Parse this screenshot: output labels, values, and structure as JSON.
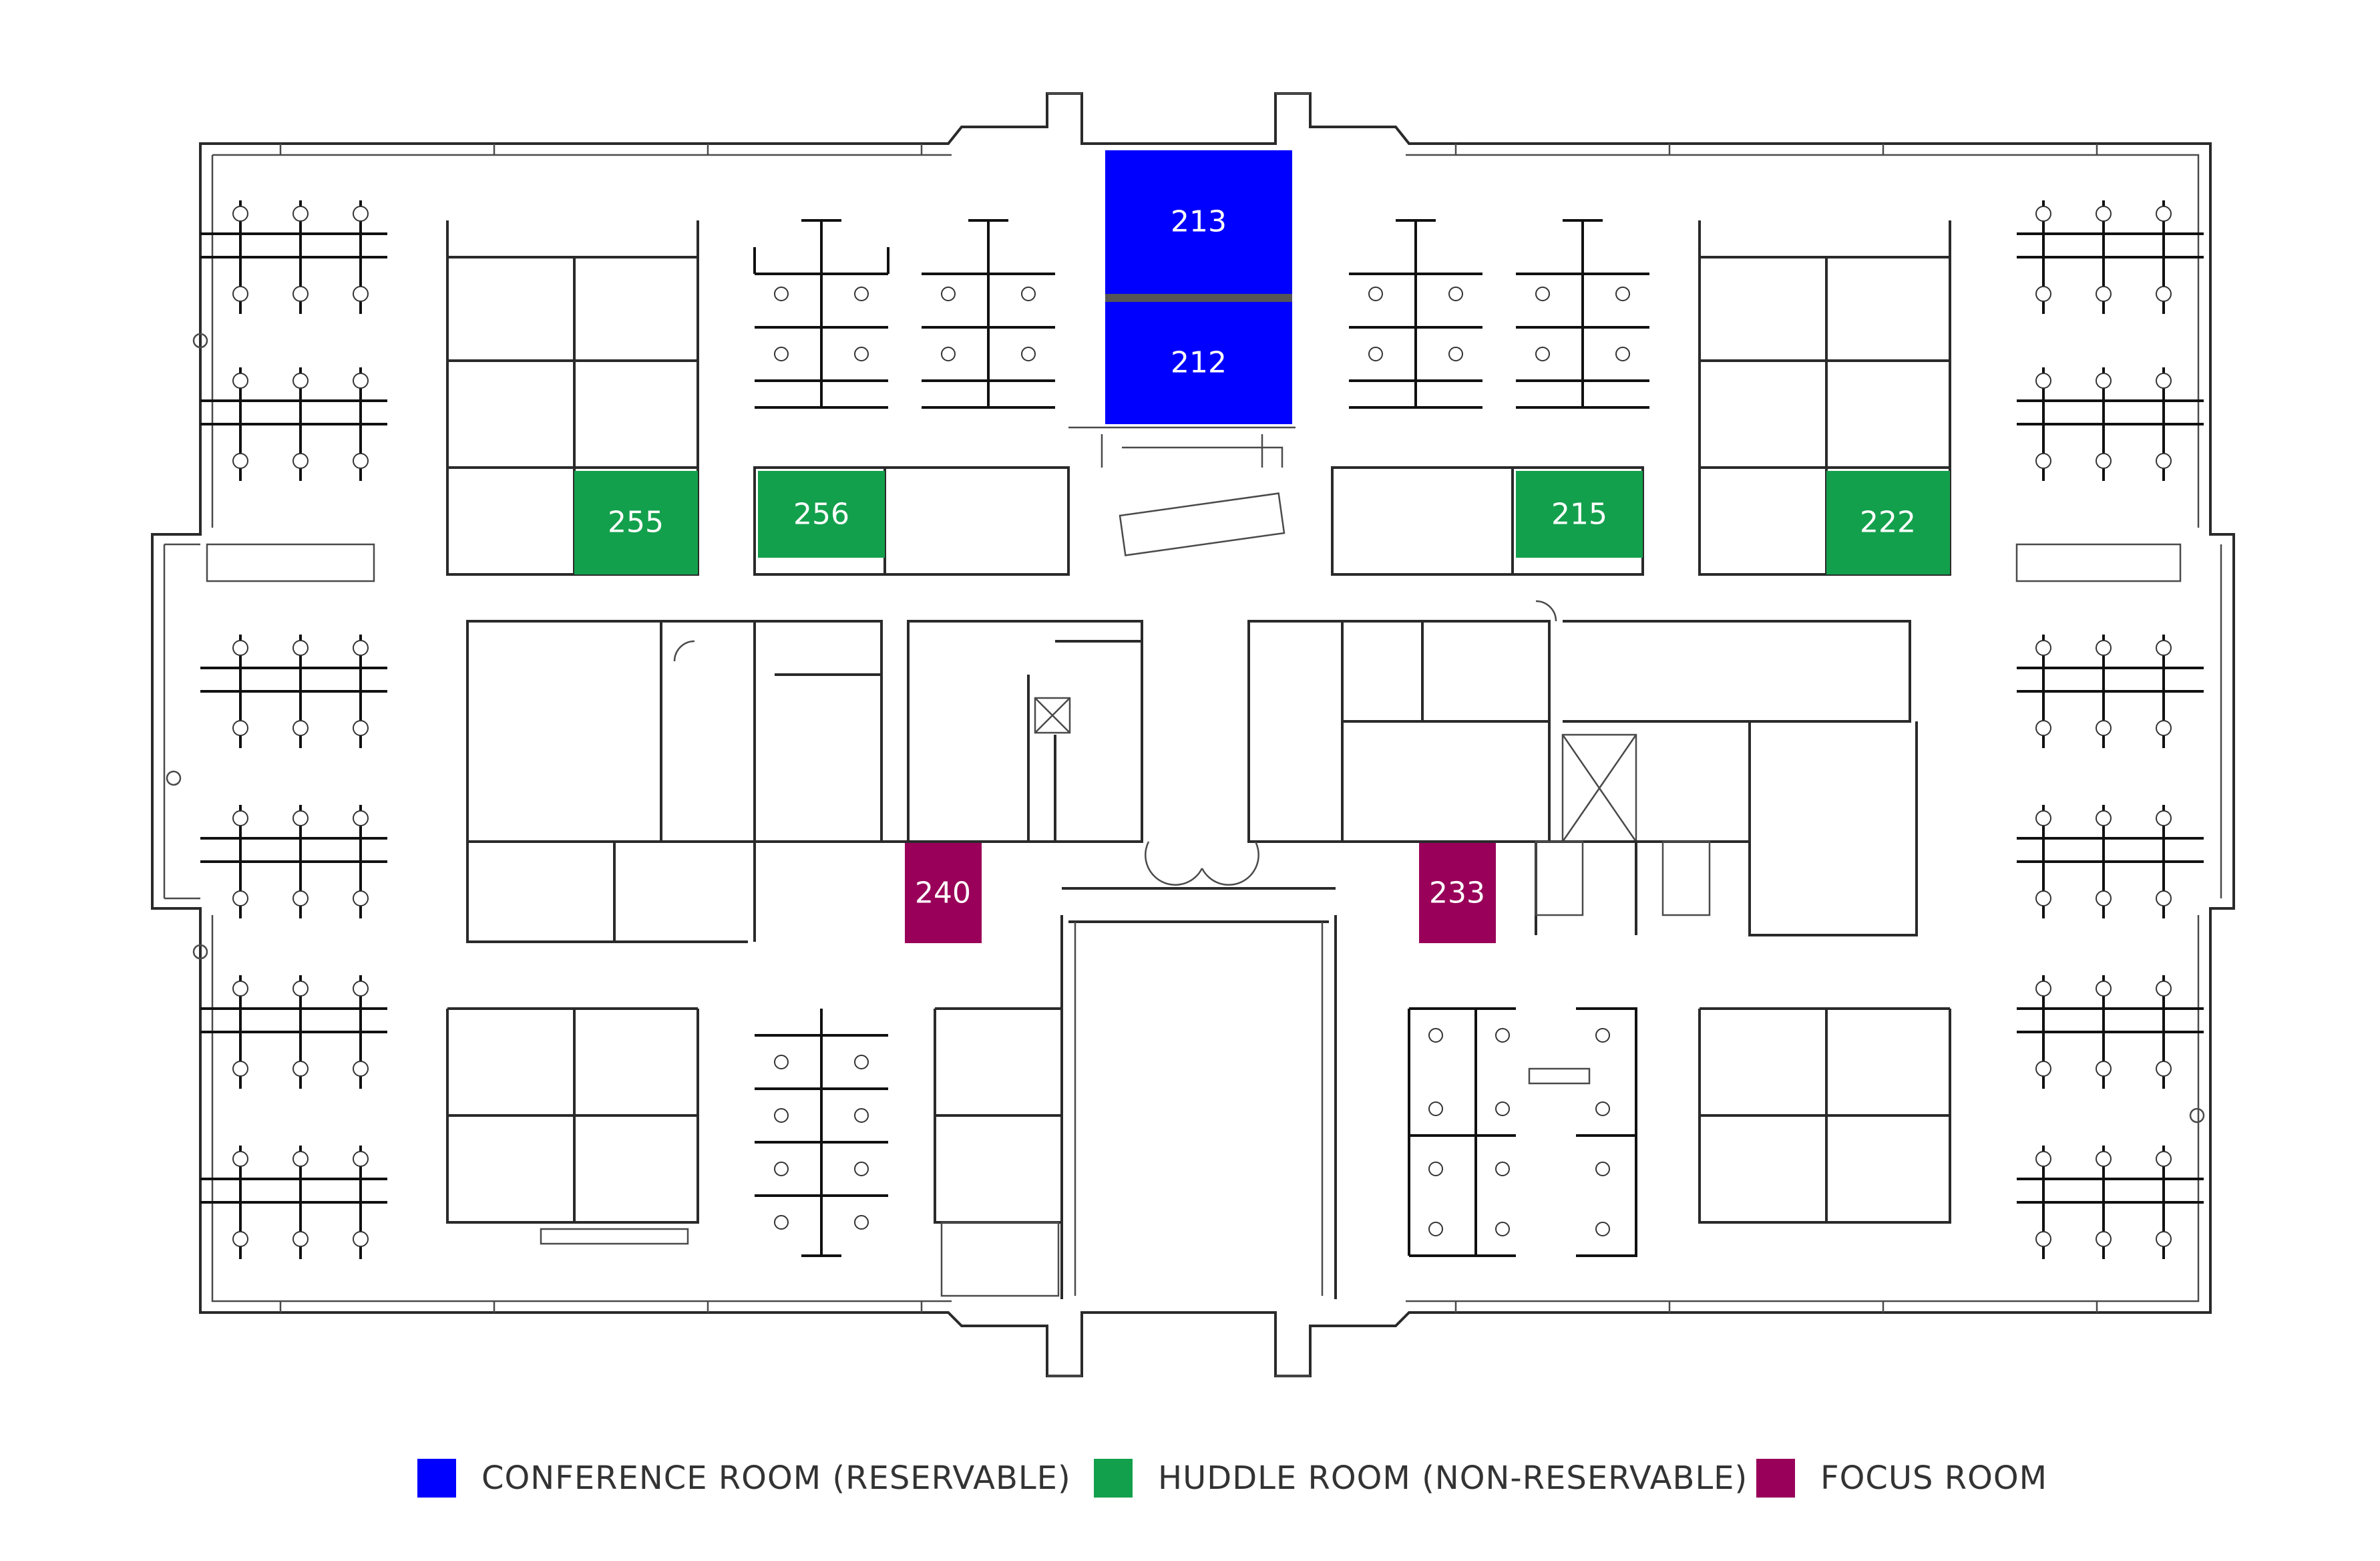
{
  "colors": {
    "conference": "#0000ff",
    "huddle": "#13a04c",
    "focus": "#990059",
    "wall": "#2a2a2a"
  },
  "rooms": {
    "r213": "213",
    "r212": "212",
    "r255": "255",
    "r256": "256",
    "r215": "215",
    "r222": "222",
    "r240": "240",
    "r233": "233"
  },
  "legend": {
    "conference": "CONFERENCE ROOM (RESERVABLE)",
    "huddle": "HUDDLE ROOM (NON-RESERVABLE)",
    "focus": "FOCUS ROOM"
  }
}
